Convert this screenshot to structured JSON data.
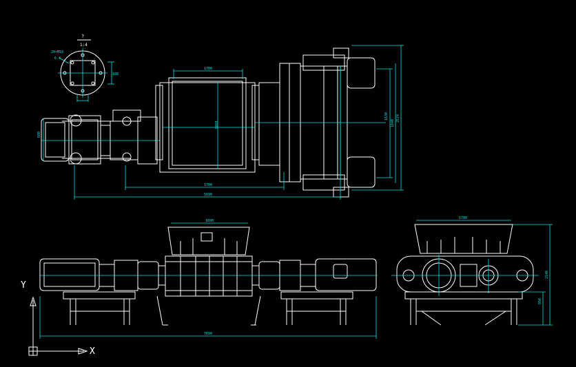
{
  "detail_label": {
    "number": "?",
    "scale": "1:4",
    "note": "20×M18",
    "note2": "6.4"
  },
  "dimensions": {
    "top_hopper_width": "1700",
    "top_inner_span": "1700",
    "top_overall_length": "5690",
    "top_hopper_depth": "1600",
    "right_width_inner": "1630",
    "right_width_mid": "1840",
    "right_width_overall": "2574",
    "left_motor_height": "680",
    "front_hopper_width": "1890",
    "front_overall_length": "7690",
    "side_hopper_width": "1700",
    "side_overall_height": "2140",
    "side_lower_height": "850"
  },
  "ucs": {
    "x_label": "X",
    "y_label": "Y"
  },
  "colors": {
    "background": "#000000",
    "geometry": "#ffffff",
    "dimension": "#00e5e5"
  }
}
